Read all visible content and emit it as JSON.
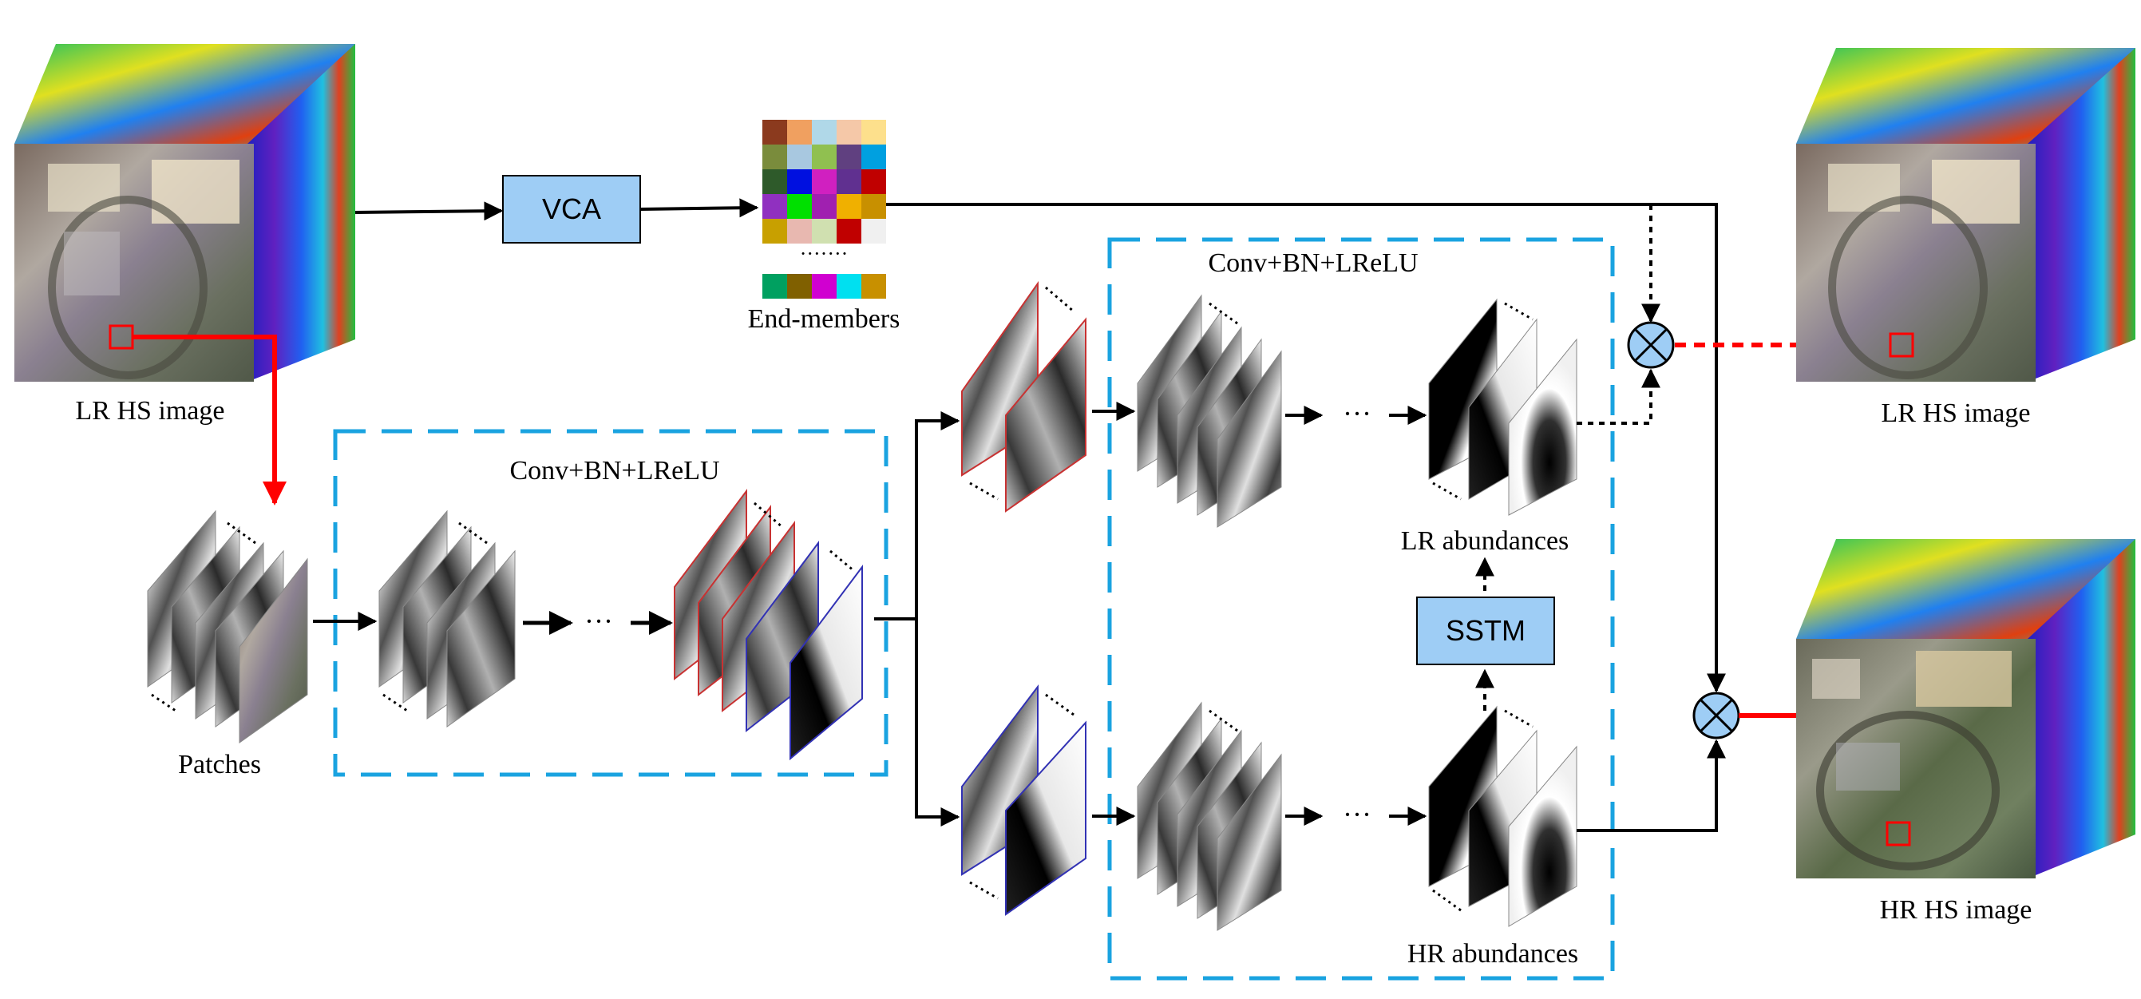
{
  "labels": {
    "lr_hs_input": "LR HS image",
    "lr_hs_output": "LR HS image",
    "hr_hs_output": "HR HS image",
    "patches": "Patches",
    "conv_block_left": "Conv+BN+LReLU",
    "conv_block_right": "Conv+BN+LReLU",
    "vca": "VCA",
    "sstm": "SSTM",
    "end_members": "End-members",
    "lr_abundances": "LR abundances",
    "hr_abundances": "HR abundances",
    "ellipsis_fm1": "···",
    "ellipsis_top": "···",
    "ellipsis_bottom": "···",
    "ellipsis_endmembers": "·······",
    "multiply_symbol": "⊗"
  },
  "colors": {
    "arrow_black": "#000000",
    "arrow_red": "#ff0000",
    "dashed_box": "#1aa3e0",
    "process_box_fill": "#9ecdf5",
    "multiply_fill": "#9ecdf5",
    "lr_feature_border": "#c83232",
    "hr_feature_border": "#3232b4"
  },
  "endmember_palette": [
    [
      "#8b3a1e",
      "#f0a060",
      "#b0d8e8",
      "#f5c8a8",
      "#fde08c"
    ],
    [
      "#7a8c3c",
      "#a8c8e0",
      "#90c050",
      "#604080",
      "#00a0e0"
    ],
    [
      "#2e5a2a",
      "#0010e0",
      "#d020c0",
      "#603090",
      "#c00000"
    ],
    [
      "#9030c0",
      "#00e000",
      "#a020b0",
      "#f0b000",
      "#c89000"
    ],
    [
      "#c8a000",
      "#e8b8b0",
      "#d0e0b0",
      "#c00000",
      "#f0f0f0"
    ]
  ],
  "endmember_last_row": [
    "#00a060",
    "#806000",
    "#d000d0",
    "#00e0f0",
    "#c89000"
  ]
}
